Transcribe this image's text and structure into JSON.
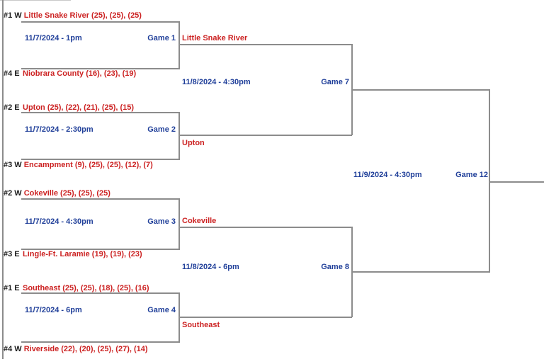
{
  "colors": {
    "team_red": "#cc2222",
    "info_blue": "#21409a",
    "seed_black": "#1a1a1a",
    "line_gray": "#8c8c8c"
  },
  "round1": [
    {
      "game_label": "Game 1",
      "datetime": "11/7/2024 - 1pm",
      "top_seed": "#1 W",
      "top_team": "Little Snake River (25), (25), (25)",
      "bottom_seed": "#4 E",
      "bottom_team": "Niobrara County (16), (23), (19)",
      "winner": "Little Snake River"
    },
    {
      "game_label": "Game 2",
      "datetime": "11/7/2024 - 2:30pm",
      "top_seed": "#2 E",
      "top_team": "Upton (25), (22), (21), (25), (15)",
      "bottom_seed": "#3 W",
      "bottom_team": "Encampment (9), (25), (25), (12), (7)",
      "winner": "Upton"
    },
    {
      "game_label": "Game 3",
      "datetime": "11/7/2024 - 4:30pm",
      "top_seed": "#2 W",
      "top_team": "Cokeville (25), (25), (25)",
      "bottom_seed": "#3 E",
      "bottom_team": "Lingle-Ft. Laramie (19), (19), (23)",
      "winner": "Cokeville"
    },
    {
      "game_label": "Game 4",
      "datetime": "11/7/2024 - 6pm",
      "top_seed": "#1 E",
      "top_team": "Southeast (25), (25), (18), (25), (16)",
      "bottom_seed": "#4 W",
      "bottom_team": "Riverside (22), (20), (25), (27), (14)",
      "winner": "Southeast"
    }
  ],
  "round2": [
    {
      "game_label": "Game 7",
      "datetime": "11/8/2024 - 4:30pm"
    },
    {
      "game_label": "Game 8",
      "datetime": "11/8/2024 - 6pm"
    }
  ],
  "final": {
    "game_label": "Game 12",
    "datetime": "11/9/2024 - 4:30pm"
  }
}
